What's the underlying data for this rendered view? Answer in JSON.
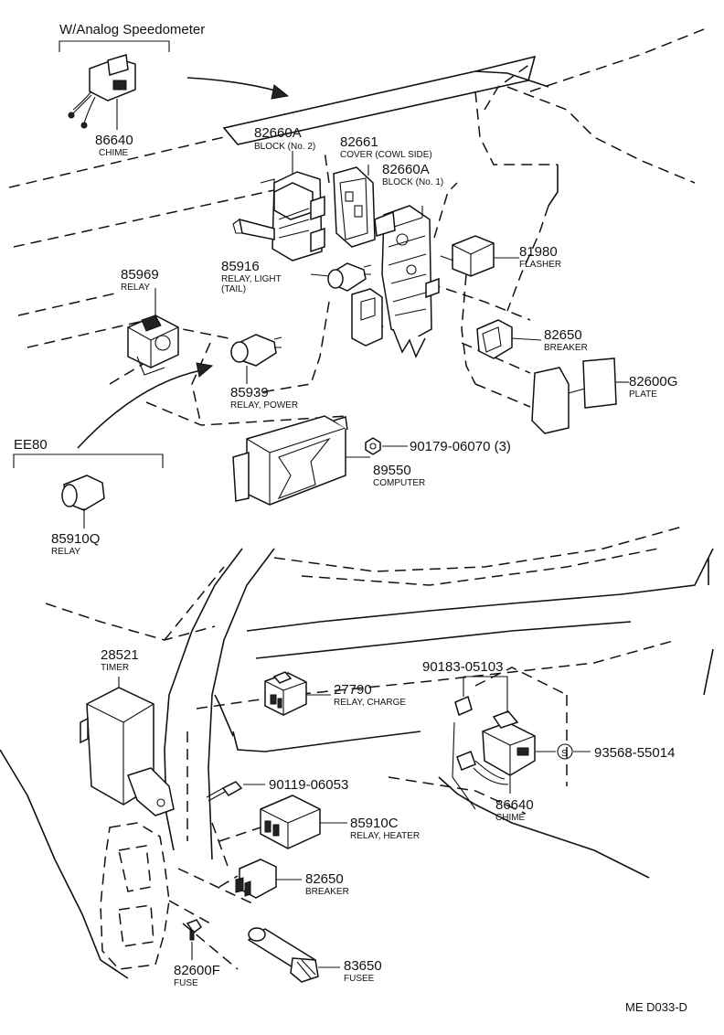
{
  "headers": {
    "analog": "W/Analog Speedometer",
    "ee80": "EE80"
  },
  "diagram_ref": "ME D033-D",
  "parts": {
    "p86640_top": {
      "number": "86640",
      "name": "CHIME"
    },
    "p82660A_2": {
      "number": "82660A",
      "name": "BLOCK (No. 2)"
    },
    "p82661": {
      "number": "82661",
      "name": "COVER (COWL SIDE)"
    },
    "p82660A_1": {
      "number": "82660A",
      "name": "BLOCK (No. 1)"
    },
    "p81980": {
      "number": "81980",
      "name": "FLASHER"
    },
    "p85969": {
      "number": "85969",
      "name": "RELAY"
    },
    "p85916": {
      "number": "85916",
      "name": "RELAY, LIGHT",
      "name2": "(TAIL)"
    },
    "p82650_top": {
      "number": "82650",
      "name": "BREAKER"
    },
    "p82600G": {
      "number": "82600G",
      "name": "PLATE"
    },
    "p85939": {
      "number": "85939",
      "name": "RELAY, POWER"
    },
    "p90179": {
      "number": "90179-06070 (3)"
    },
    "p89550": {
      "number": "89550",
      "name": "COMPUTER"
    },
    "p85910Q": {
      "number": "85910Q",
      "name": "RELAY"
    },
    "p28521": {
      "number": "28521",
      "name": "TIMER"
    },
    "p27790": {
      "number": "27790",
      "name": "RELAY, CHARGE"
    },
    "p90183": {
      "number": "90183-05103"
    },
    "p93568": {
      "number": "93568-55014",
      "badge": "S"
    },
    "p90119": {
      "number": "90119-06053"
    },
    "p86640_bot": {
      "number": "86640",
      "name": "CHIME"
    },
    "p85910C": {
      "number": "85910C",
      "name": "RELAY, HEATER"
    },
    "p82650_bot": {
      "number": "82650",
      "name": "BREAKER"
    },
    "p82600F": {
      "number": "82600F",
      "name": "FUSE"
    },
    "p83650": {
      "number": "83650",
      "name": "FUSEE"
    }
  }
}
